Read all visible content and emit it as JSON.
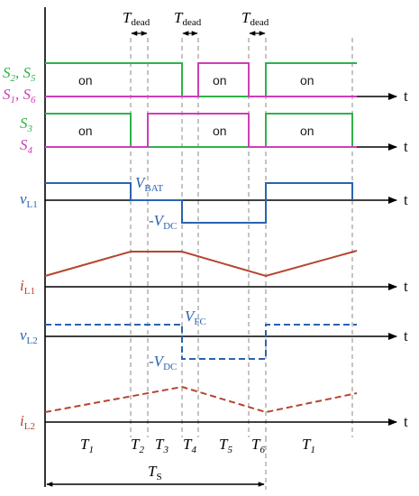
{
  "colors": {
    "green": "#2db34a",
    "magenta": "#cc3fb8",
    "blue": "#2b63b0",
    "red": "#b5452f",
    "black": "#000000"
  },
  "labels": {
    "tdead_main": "T",
    "tdead_sub": "dead",
    "on": "on",
    "t": "t",
    "s25": {
      "a": "S",
      "a_sub": "2",
      "sep": ", ",
      "b": "S",
      "b_sub": "5"
    },
    "s16": {
      "a": "S",
      "a_sub": "1",
      "sep": ", ",
      "b": "S",
      "b_sub": "6"
    },
    "s3": {
      "a": "S",
      "a_sub": "3"
    },
    "s4": {
      "a": "S",
      "a_sub": "4"
    },
    "vl1": {
      "a": "v",
      "a_sub": "L1"
    },
    "il1": {
      "a": "i",
      "a_sub": "L1"
    },
    "vl2": {
      "a": "v",
      "a_sub": "L2"
    },
    "il2": {
      "a": "i",
      "a_sub": "L2"
    },
    "vbat": {
      "a": "V",
      "a_sub": "BAT"
    },
    "vdc": {
      "pre": "-",
      "a": "V",
      "a_sub": "DC"
    },
    "vfc": {
      "a": "V",
      "a_sub": "FC"
    },
    "ts": {
      "a": "T",
      "a_sub": "S"
    },
    "intervals": [
      {
        "a": "T",
        "a_sub": "1"
      },
      {
        "a": "T",
        "a_sub": "2"
      },
      {
        "a": "T",
        "a_sub": "3"
      },
      {
        "a": "T",
        "a_sub": "4"
      },
      {
        "a": "T",
        "a_sub": "5"
      },
      {
        "a": "T",
        "a_sub": "6"
      },
      {
        "a": "T",
        "a_sub": "1"
      }
    ]
  }
}
